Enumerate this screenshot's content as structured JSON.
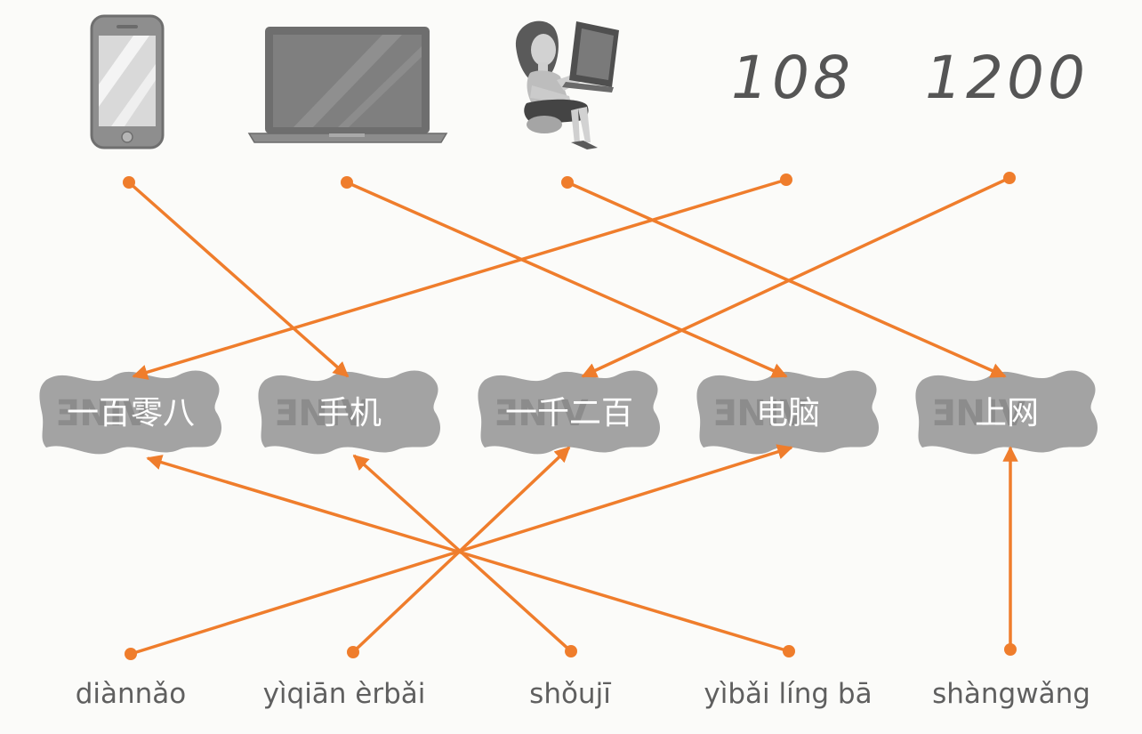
{
  "top_row": {
    "pictures": [
      {
        "icon": "smartphone-icon"
      },
      {
        "icon": "laptop-icon"
      },
      {
        "icon": "woman-using-laptop-icon"
      }
    ],
    "numbers": [
      "108",
      "1200"
    ]
  },
  "badges": [
    "一百零八",
    "手机",
    "一千二百",
    "电脑",
    "上网"
  ],
  "pinyin": [
    "diànnǎo",
    "yìqiān èrbǎi",
    "shǒujī",
    "yìbǎi líng bā",
    "shàngwǎng"
  ],
  "connections": {
    "top_to_badge": [
      {
        "from": "smartphone",
        "to": "手机"
      },
      {
        "from": "laptop",
        "to": "电脑"
      },
      {
        "from": "woman-using-laptop",
        "to": "上网"
      },
      {
        "from": "108",
        "to": "一百零八"
      },
      {
        "from": "1200",
        "to": "一千二百"
      }
    ],
    "pinyin_to_badge": [
      {
        "from": "diànnǎo",
        "to": "电脑"
      },
      {
        "from": "yìqiān èrbǎi",
        "to": "一千二百"
      },
      {
        "from": "shǒujī",
        "to": "手机"
      },
      {
        "from": "yìbǎi líng bā",
        "to": "一百零八"
      },
      {
        "from": "shàngwǎng",
        "to": "上网"
      }
    ]
  },
  "colors": {
    "line": "#ef7d2c",
    "badge": "#a3a3a3",
    "background": "#fbfbf9"
  }
}
